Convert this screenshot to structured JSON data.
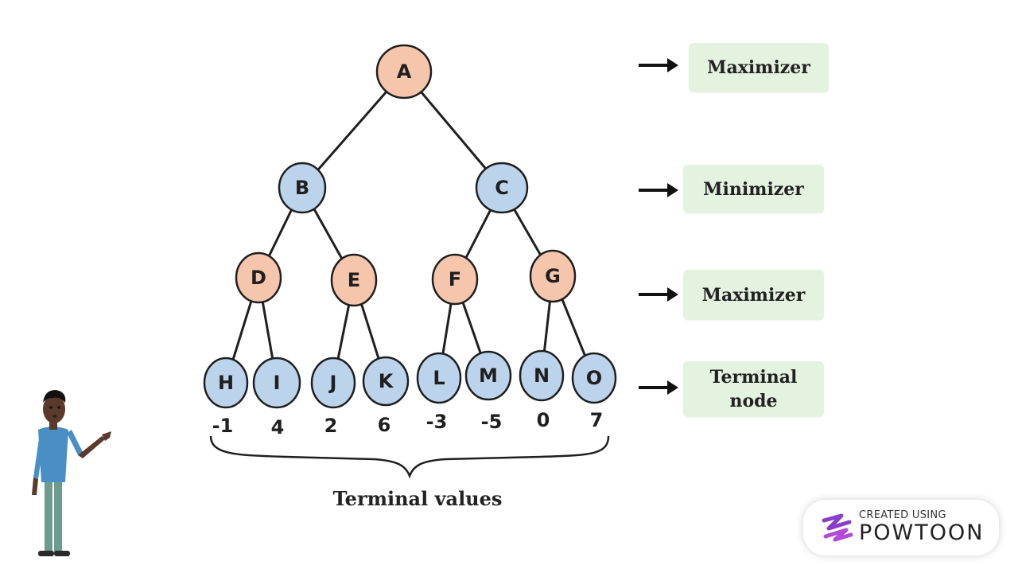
{
  "tree": {
    "nodes": [
      {
        "id": "A",
        "label": "A",
        "type": "max"
      },
      {
        "id": "B",
        "label": "B",
        "type": "min"
      },
      {
        "id": "C",
        "label": "C",
        "type": "min"
      },
      {
        "id": "D",
        "label": "D",
        "type": "max"
      },
      {
        "id": "E",
        "label": "E",
        "type": "max"
      },
      {
        "id": "F",
        "label": "F",
        "type": "max"
      },
      {
        "id": "G",
        "label": "G",
        "type": "max"
      },
      {
        "id": "H",
        "label": "H",
        "type": "terminal",
        "value": "-1"
      },
      {
        "id": "I",
        "label": "I",
        "type": "terminal",
        "value": "4"
      },
      {
        "id": "J",
        "label": "J",
        "type": "terminal",
        "value": "2"
      },
      {
        "id": "K",
        "label": "K",
        "type": "terminal",
        "value": "6"
      },
      {
        "id": "L",
        "label": "L",
        "type": "terminal",
        "value": "-3"
      },
      {
        "id": "M",
        "label": "M",
        "type": "terminal",
        "value": "-5"
      },
      {
        "id": "N",
        "label": "N",
        "type": "terminal",
        "value": "0"
      },
      {
        "id": "O",
        "label": "O",
        "type": "terminal",
        "value": "7"
      }
    ],
    "edges": [
      [
        "A",
        "B"
      ],
      [
        "A",
        "C"
      ],
      [
        "B",
        "D"
      ],
      [
        "B",
        "E"
      ],
      [
        "C",
        "F"
      ],
      [
        "C",
        "G"
      ],
      [
        "D",
        "H"
      ],
      [
        "D",
        "I"
      ],
      [
        "E",
        "J"
      ],
      [
        "E",
        "K"
      ],
      [
        "F",
        "L"
      ],
      [
        "F",
        "M"
      ],
      [
        "G",
        "N"
      ],
      [
        "G",
        "O"
      ]
    ],
    "colors": {
      "max_fill": "#f6c6ac",
      "min_fill": "#bcd3ec",
      "terminal_fill": "#bcd3ec",
      "stroke": "#1f1f1f"
    }
  },
  "levels": [
    {
      "label": "Maximizer"
    },
    {
      "label": "Minimizer"
    },
    {
      "label": "Maximizer"
    },
    {
      "label": "Terminal node"
    }
  ],
  "terminal_caption": "Terminal values",
  "badge": {
    "small_text": "CREATED USING",
    "big_text": "POWTOON",
    "logo_icon": "powtoon-logo-icon",
    "logo_color": "#8a3ec8"
  },
  "character": {
    "icon": "presenter-character-icon"
  }
}
